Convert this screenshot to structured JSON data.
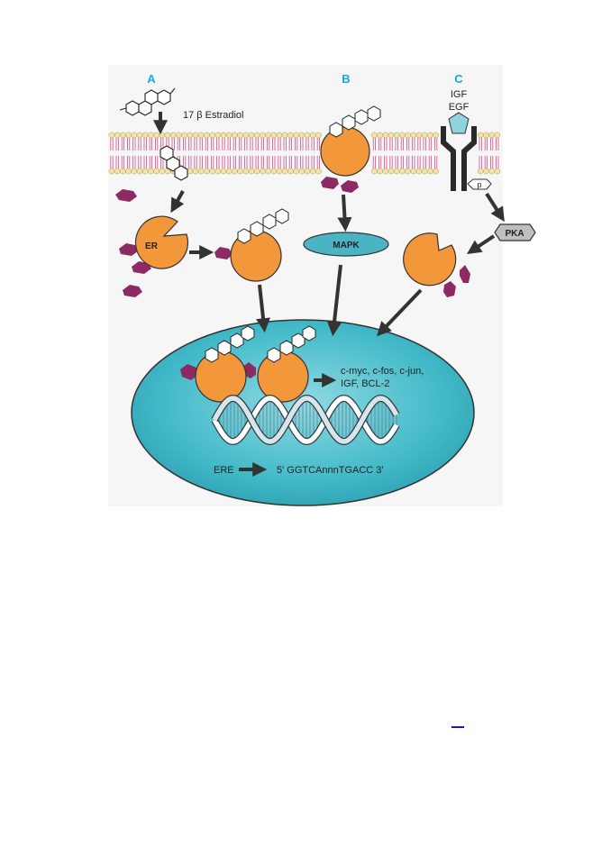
{
  "pathways": {
    "a": "A",
    "b": "B",
    "c": "C"
  },
  "ligands": {
    "estradiol": "17 β Estradiol",
    "igf": "IGF",
    "egf": "EGF"
  },
  "proteins": {
    "er": "ER",
    "mapk": "MAPK",
    "pka": "PKA",
    "phospho": "p"
  },
  "nucleus": {
    "targets_line1": "c-myc, c-fos, c-jun,",
    "targets_line2": "IGF, BCL-2",
    "ere_label": "ERE",
    "ere_sequence": "5' GGTCAnnnTGACC 3'"
  },
  "colors": {
    "membrane_head": "#f2e3a6",
    "membrane_tail": "#d64f8a",
    "receptor": "#f2973a",
    "coactivator": "#8c2a63",
    "nucleus": "#41b9c8",
    "mapk": "#4ab4c4",
    "pka": "#bfbfbf",
    "arrow": "#333333",
    "letters": "#1aa7d8"
  }
}
